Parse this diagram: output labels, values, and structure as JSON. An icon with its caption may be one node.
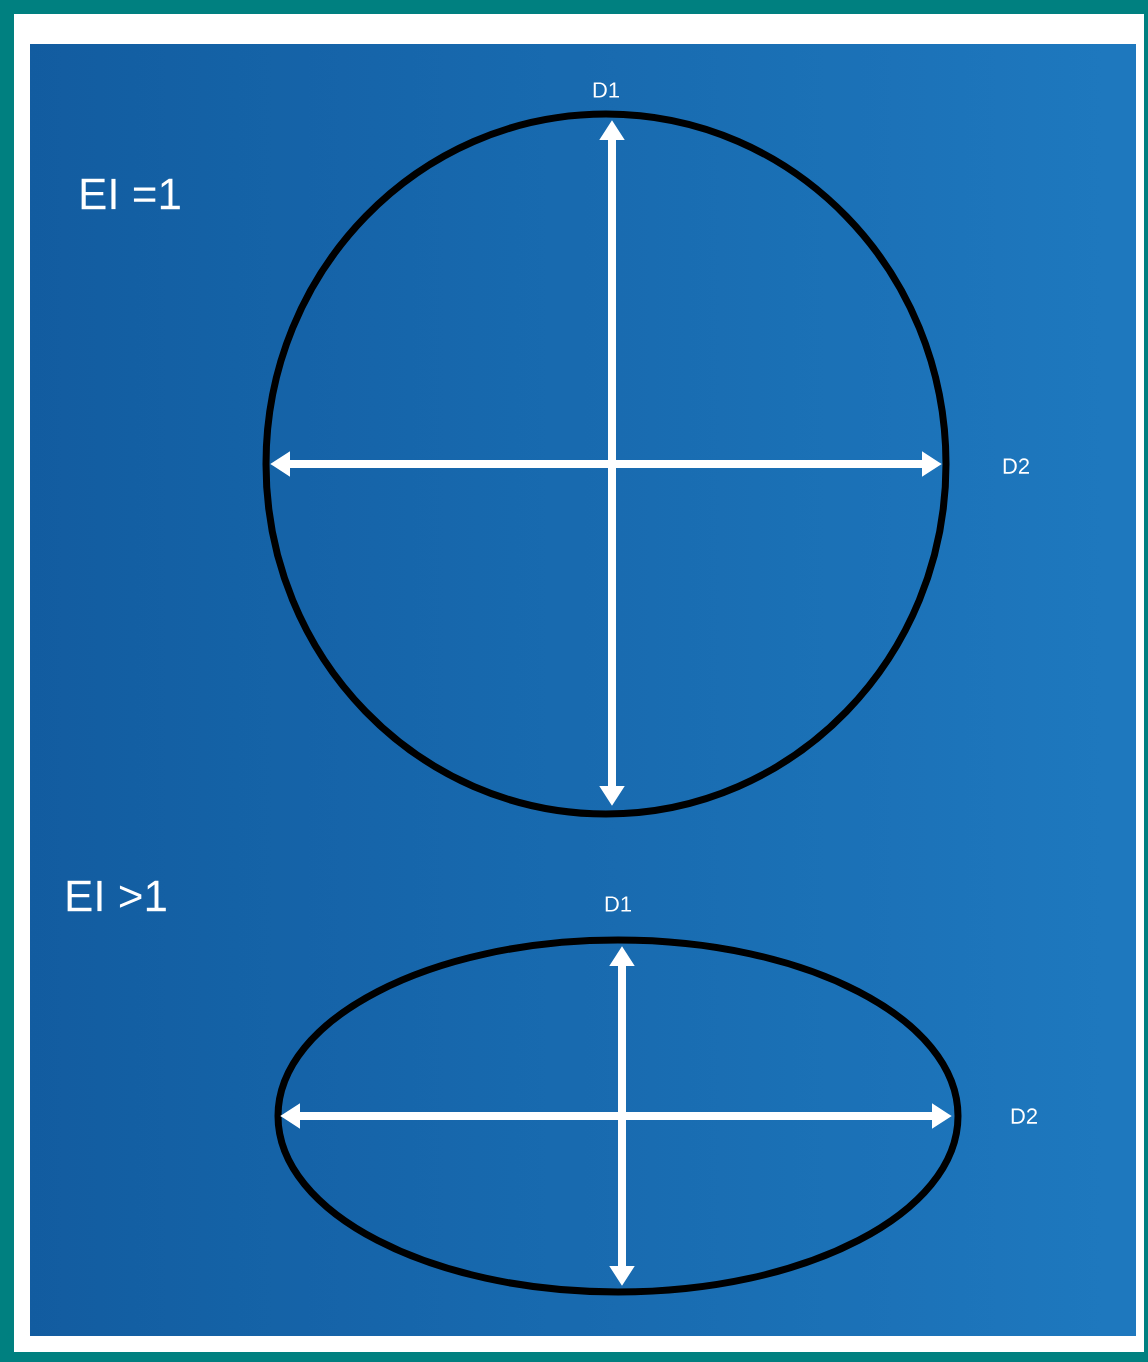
{
  "diagram": {
    "labels": [
      "EI =1",
      "D1",
      "D2",
      "EI >1",
      "D1",
      "D2"
    ]
  }
}
